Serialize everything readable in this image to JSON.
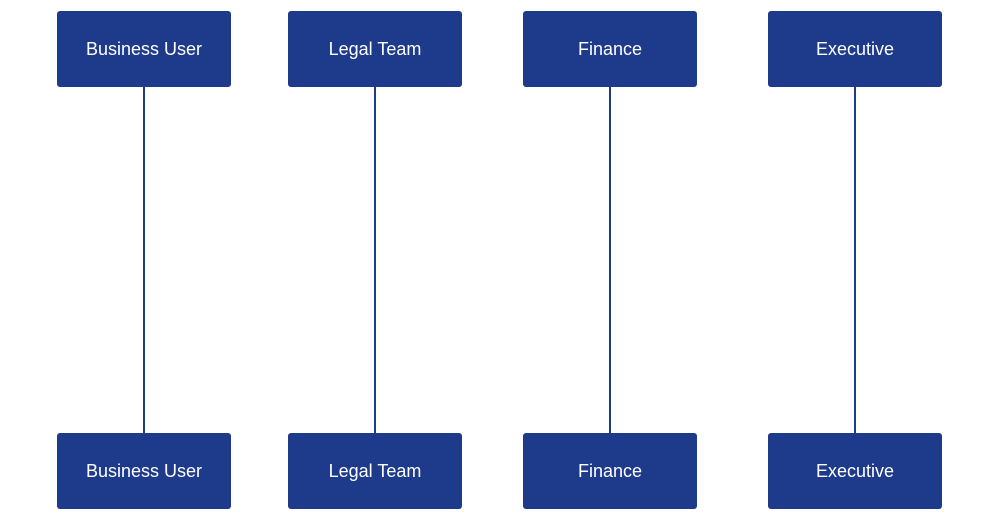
{
  "colors": {
    "actor_fill": "#1e3a8a",
    "actor_text": "#ffffff",
    "lifeline": "#1e3a8a",
    "background": "#ffffff"
  },
  "participants": [
    {
      "label": "Business User"
    },
    {
      "label": "Legal Team"
    },
    {
      "label": "Finance"
    },
    {
      "label": "Executive"
    }
  ]
}
